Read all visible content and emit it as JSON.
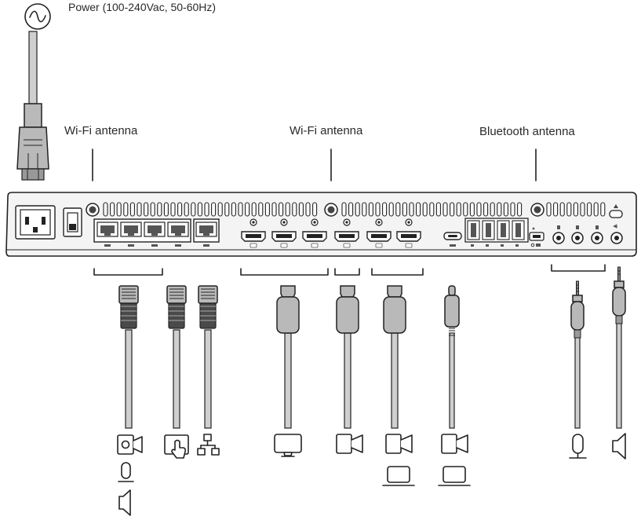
{
  "labels": {
    "power": "Power (100-240Vac, 50-60Hz)",
    "wifi_antenna_left": "Wi-Fi antenna",
    "wifi_antenna_center": "Wi-Fi antenna",
    "bluetooth_antenna": "Bluetooth antenna"
  },
  "icons": {
    "power_symbol": "ac-sine-icon",
    "devices": [
      "camera-icon",
      "microphone-icon",
      "speaker-icon",
      "touch-panel-icon",
      "network-icon",
      "display-icon",
      "camera-icon",
      "camera-icon",
      "laptop-icon",
      "camera-icon",
      "laptop-icon",
      "microphone-icon",
      "speaker-icon"
    ]
  }
}
